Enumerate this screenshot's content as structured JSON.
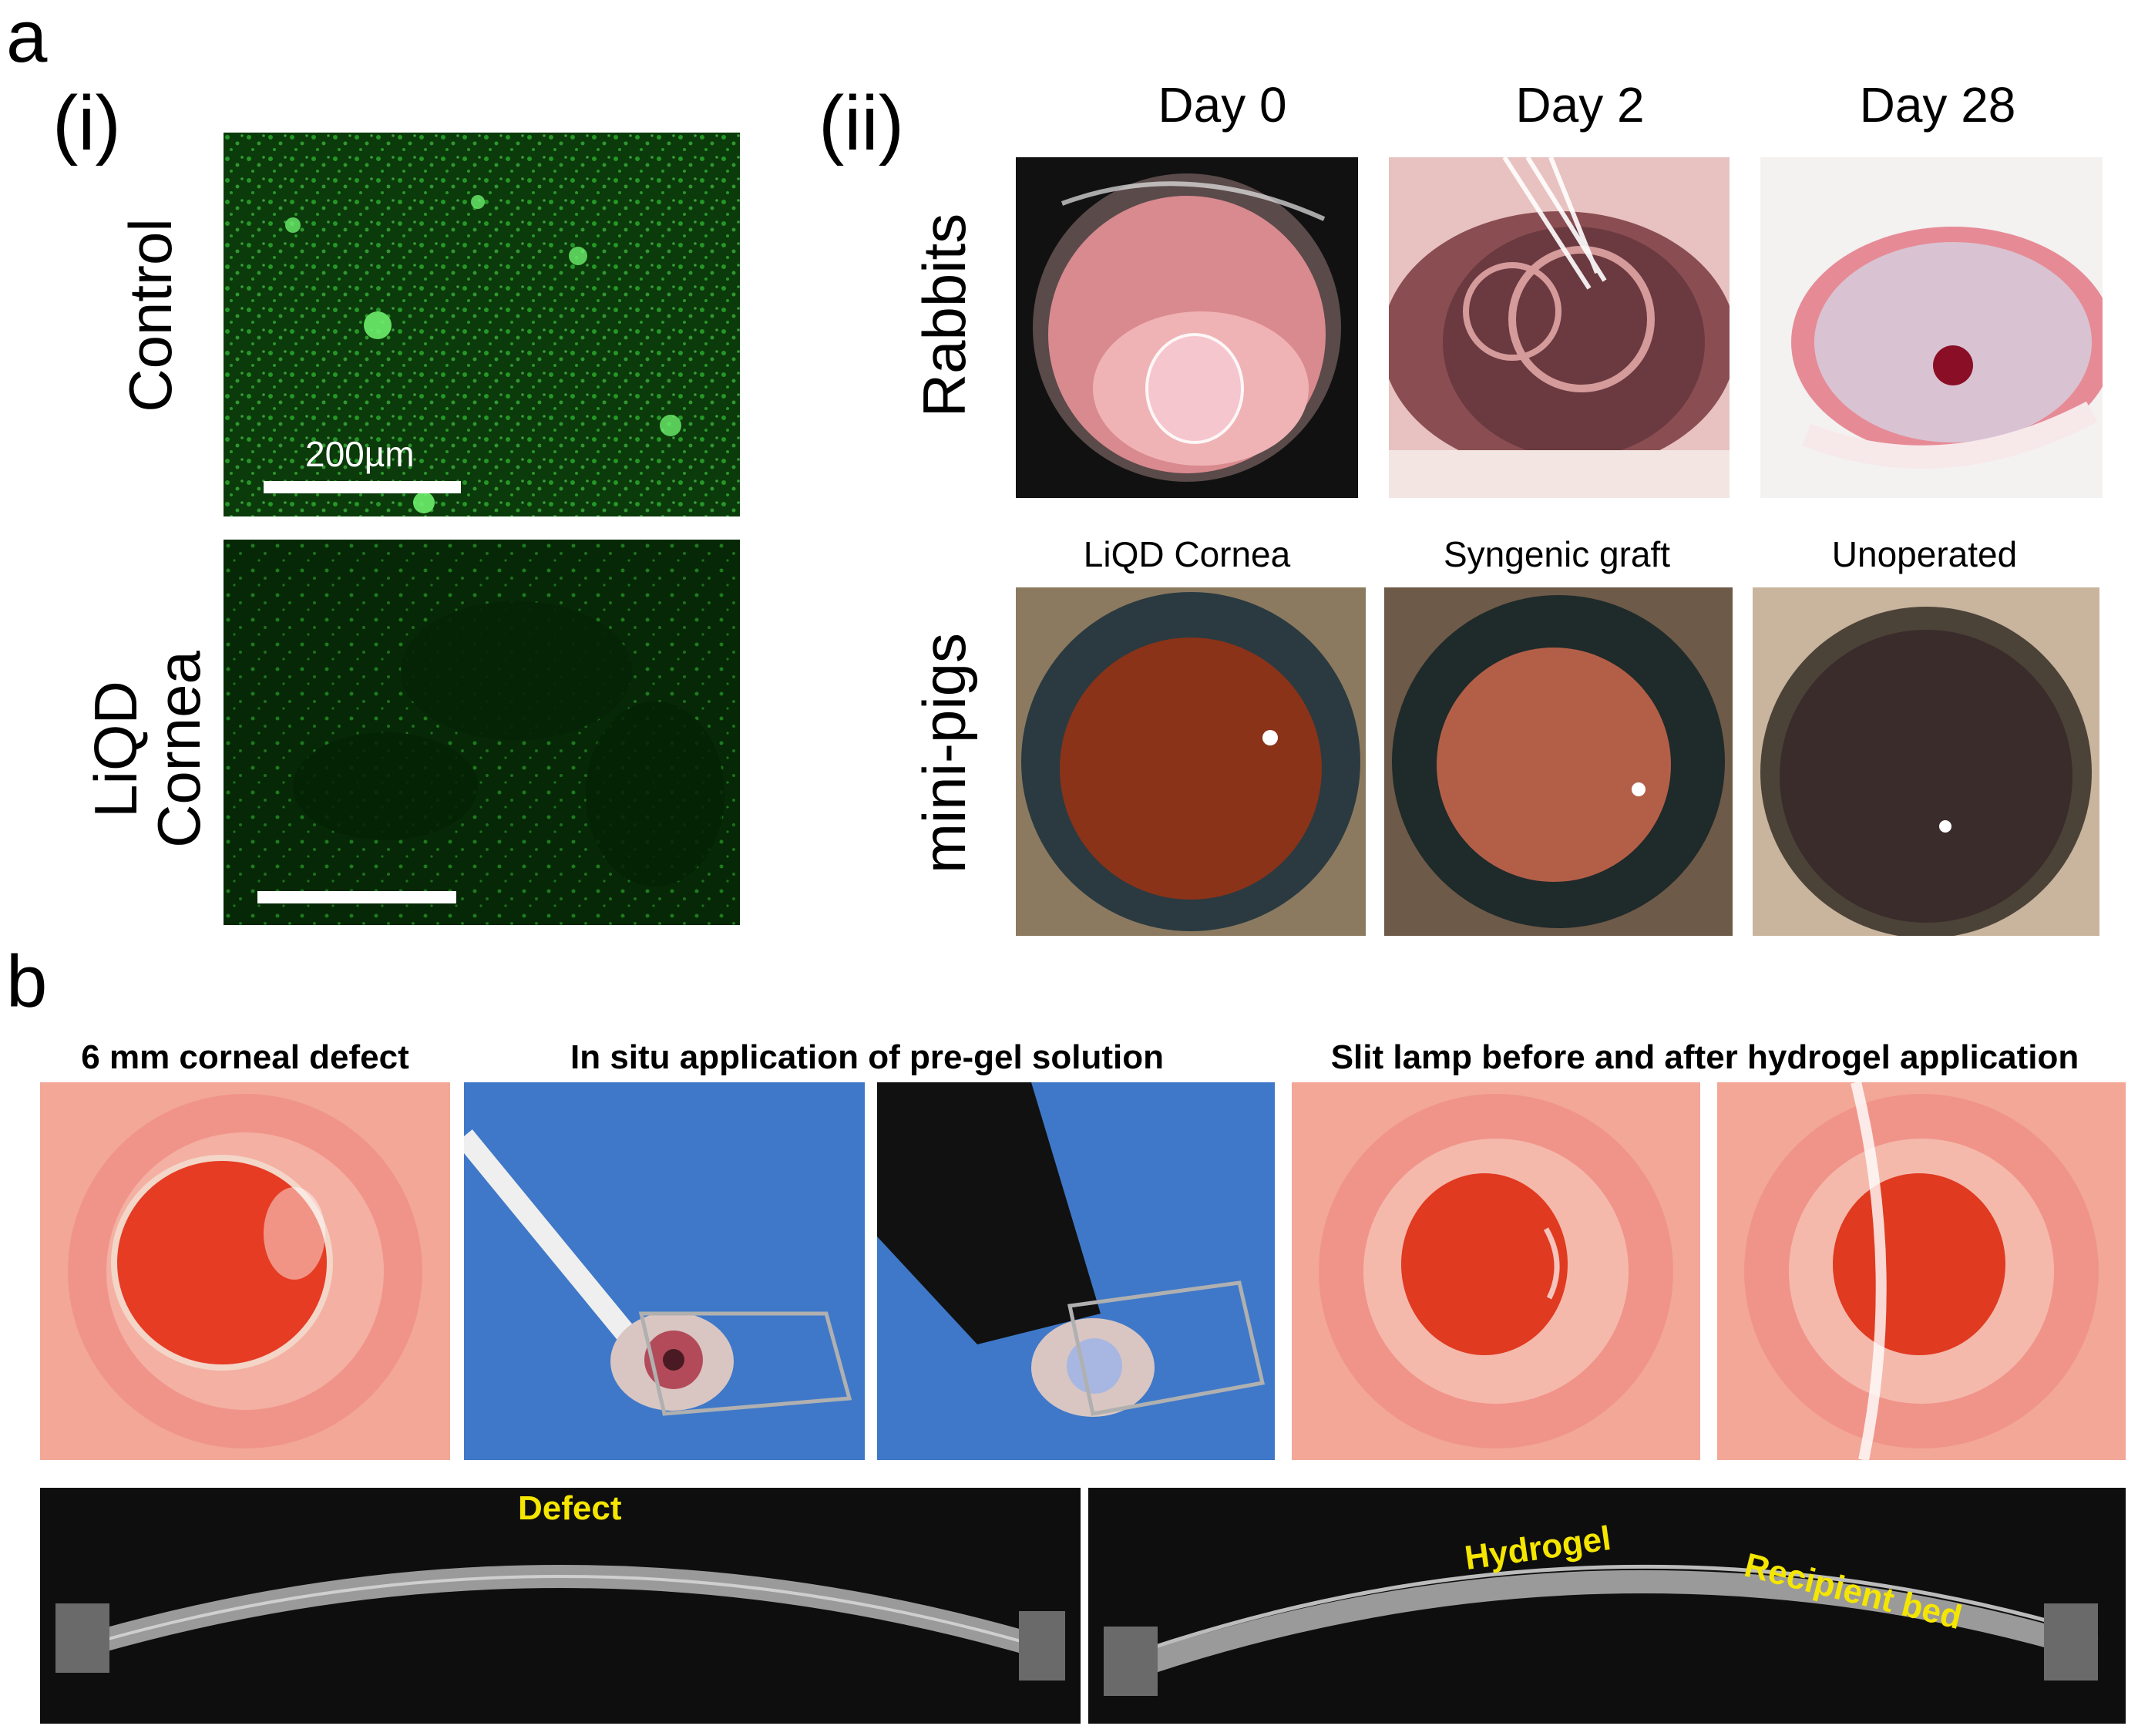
{
  "panel_a": {
    "letter": "a",
    "sub_i": {
      "label": "(i)",
      "rows": [
        {
          "label": "Control",
          "scale_text": "200µm"
        },
        {
          "label_line1": "LiQD",
          "label_line2": "Cornea"
        }
      ]
    },
    "sub_ii": {
      "label": "(ii)",
      "day_headers": [
        "Day 0",
        "Day 2",
        "Day 28"
      ],
      "row_rabbits": "Rabbits",
      "row_pigs": "mini-pigs",
      "pig_headers": [
        "LiQD Cornea",
        "Syngenic graft",
        "Unoperated"
      ]
    }
  },
  "panel_b": {
    "letter": "b",
    "headers": [
      "6 mm corneal defect",
      "In situ application of pre-gel solution",
      "Slit lamp before and after hydrogel application"
    ],
    "oct_labels": {
      "defect": "Defect",
      "hydrogel": "Hydrogel",
      "recipient_bed": "Recipient bed"
    }
  },
  "colors": {
    "fluorescence_green": "#2fbf2f",
    "annotation_yellow": "#f5e600",
    "surgical_drape_blue": "#3f78c8"
  }
}
